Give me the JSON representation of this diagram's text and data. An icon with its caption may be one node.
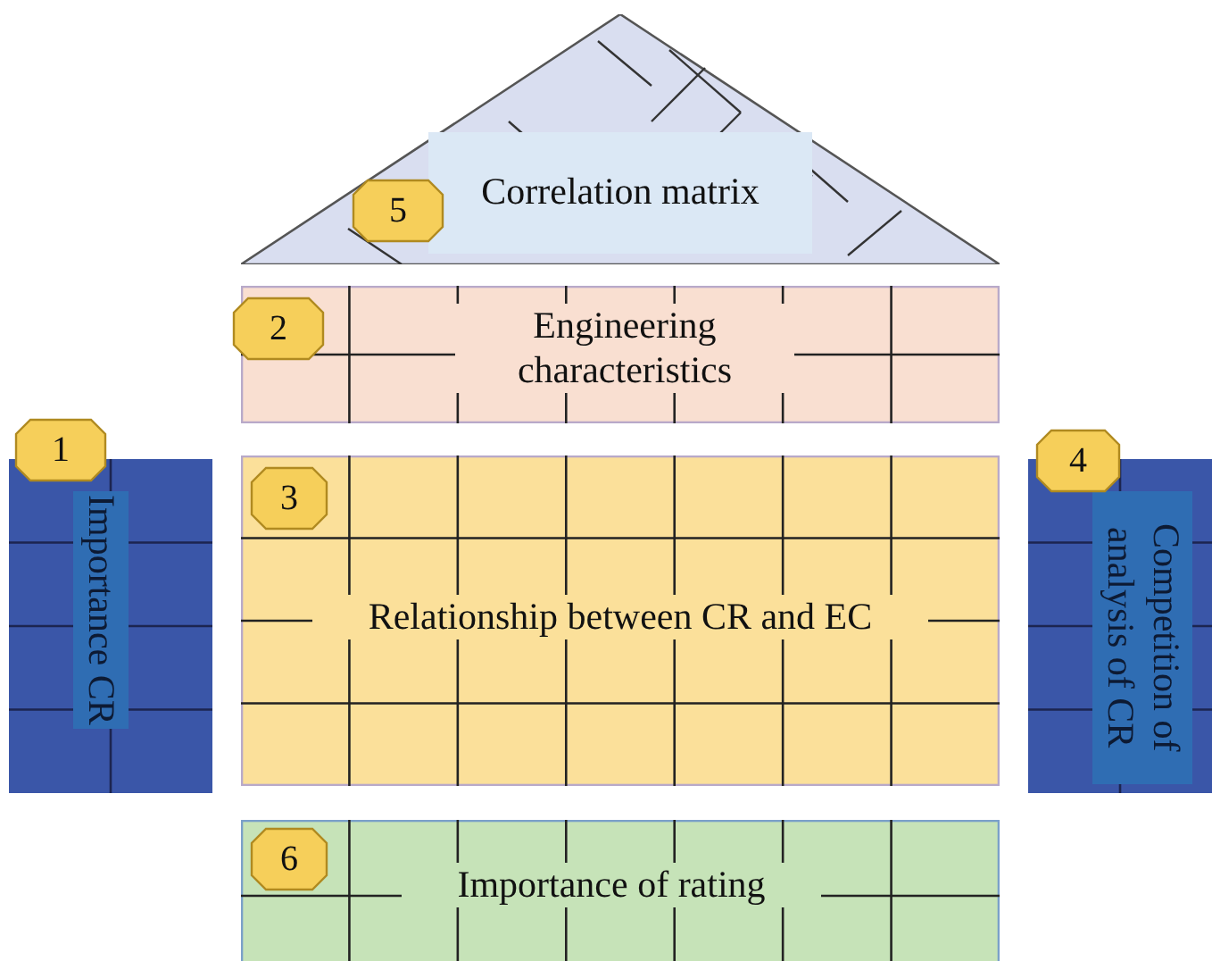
{
  "diagram": {
    "nodes": [
      {
        "text": [
          "Correlation matrix"
        ]
      },
      {
        "text": [
          "5"
        ],
        "in": 0
      },
      {
        "text": [
          "Engineering characteristics"
        ]
      },
      {
        "text": [
          "2"
        ],
        "in": 2
      },
      {
        "text": [
          "1"
        ]
      },
      {
        "text": [
          "Importance CR"
        ]
      },
      {
        "text": [
          "Relationship between CR and EC"
        ]
      },
      {
        "text": [
          "3"
        ],
        "in": 6
      },
      {
        "text": [
          "4"
        ]
      },
      {
        "text": [
          "Competition of analysis of CR"
        ]
      },
      {
        "text": [
          "Importance of rating"
        ]
      },
      {
        "text": [
          "6"
        ],
        "in": 10
      }
    ]
  }
}
